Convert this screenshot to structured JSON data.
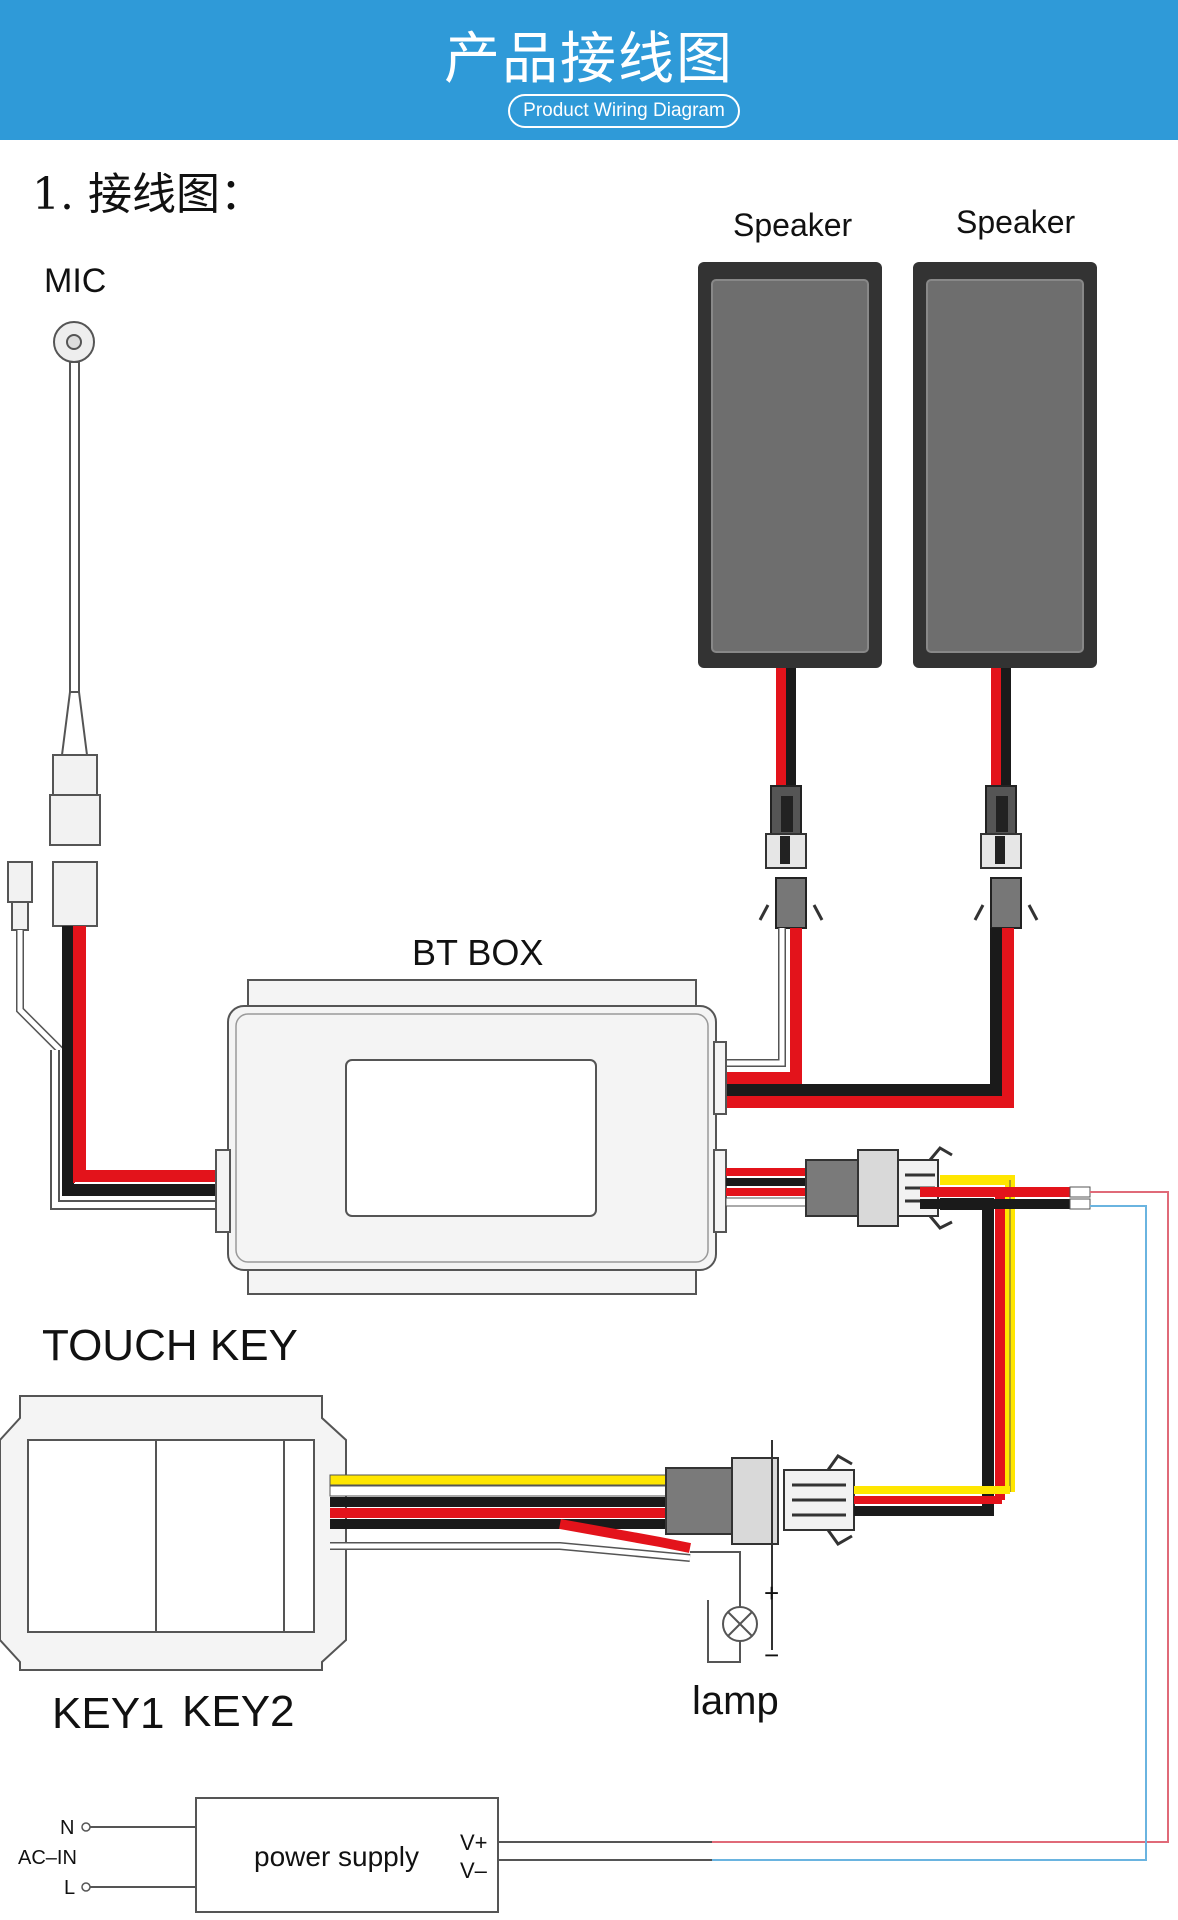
{
  "header": {
    "title": "产品接线图",
    "subtitle": "Product Wiring Diagram"
  },
  "section": {
    "title": "1. 接线图："
  },
  "labels": {
    "mic": "MIC",
    "speaker_left": "Speaker",
    "speaker_right": "Speaker",
    "bt_box": "BT BOX",
    "touch_key": "TOUCH KEY",
    "key1": "KEY1",
    "key2": "KEY2",
    "lamp": "lamp",
    "plus": "+",
    "minus": "−",
    "power_supply": "power supply",
    "ac_in": "AC–IN",
    "n": "N",
    "l": "L",
    "v_plus": "V+",
    "v_minus": "V–"
  },
  "colors": {
    "header_bg": "#2f9ad8",
    "wire_red": "#e3131b",
    "wire_black": "#1a1a1a",
    "wire_yellow": "#ffe600",
    "wire_white": "#ffffff",
    "speaker_fill": "#6e6e6e",
    "speaker_frame": "#333333",
    "ac_red_line": "#e06a78",
    "ac_blue_line": "#6ab4e0"
  }
}
